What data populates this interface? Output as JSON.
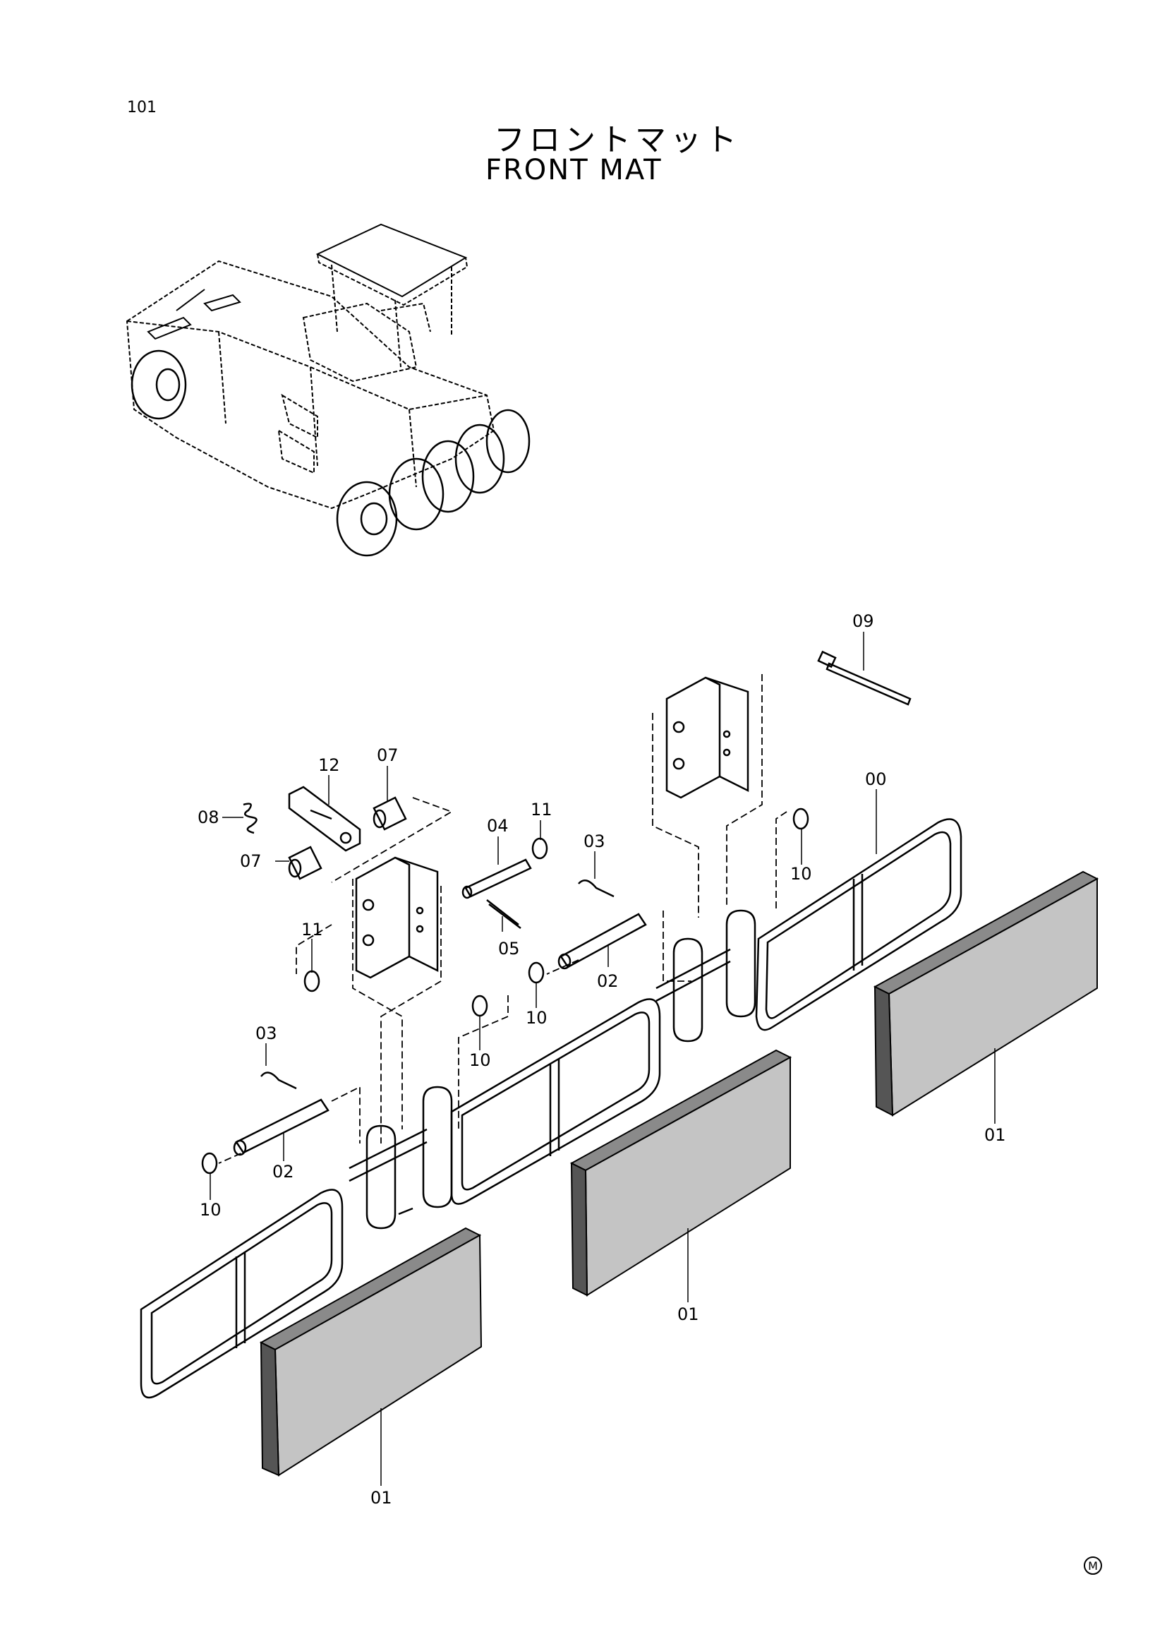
{
  "page": {
    "number": "101"
  },
  "title": {
    "jp": "フロントマット",
    "en": "FRONT MAT"
  },
  "footer_mark": "M",
  "colors": {
    "line": "#000000",
    "mat_fill": "#bdbdbd",
    "mat_dark": "#8a8a8a",
    "background": "#ffffff"
  },
  "part_labels": {
    "p09": "09",
    "p12": "12",
    "p07a": "07",
    "p08": "08",
    "p07b": "07",
    "p11a": "11",
    "p04": "04",
    "p03a": "03",
    "p00": "00",
    "p10a": "10",
    "p05": "05",
    "p02a": "02",
    "p11b": "11",
    "p10b": "10",
    "p10c": "10",
    "p03b": "03",
    "p02b": "02",
    "p10d": "10",
    "p01a": "01",
    "p01b": "01",
    "p01c": "01"
  }
}
